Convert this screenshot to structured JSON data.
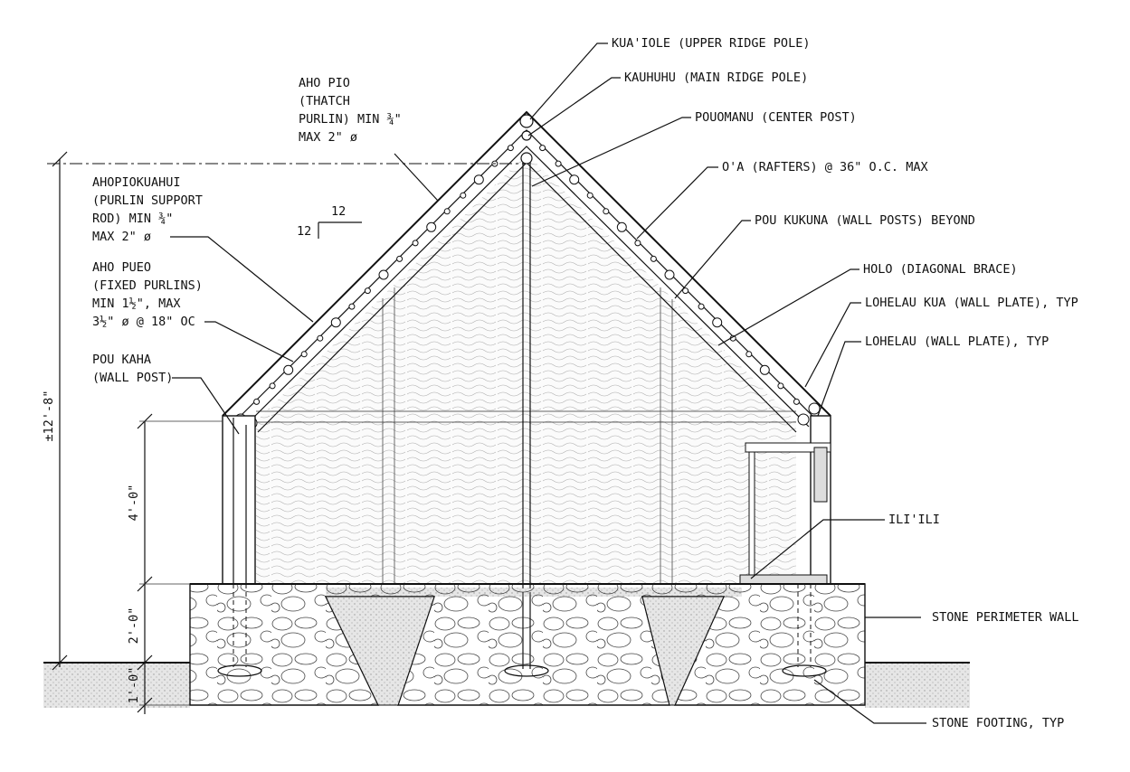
{
  "labels": {
    "kuaiole": "KUA'IOLE (UPPER RIDGE POLE)",
    "kauhuhu": "KAUHUHU (MAIN RIDGE POLE)",
    "pouomanu": "POUOMANU (CENTER POST)",
    "oa": "O'A (RAFTERS) @ 36\" O.C. MAX",
    "pou_kukuna": "POU KUKUNA (WALL POSTS) BEYOND",
    "holo": "HOLO (DIAGONAL BRACE)",
    "lohelau_kua": "LOHELAU KUA (WALL PLATE), TYP",
    "lohelau": "LOHELAU (WALL PLATE), TYP",
    "ilili": "ILI'ILI",
    "stone_wall": "STONE PERIMETER WALL",
    "stone_footing": "STONE FOOTING, TYP",
    "aho_pio": [
      "AHO PIO",
      "(THATCH",
      "PURLIN) MIN ¾\"",
      "MAX 2\" ø"
    ],
    "ahopiokuahui": [
      "AHOPIOKUAHUI",
      "(PURLIN SUPPORT",
      "ROD) MIN ¾\"",
      "MAX 2\" ø"
    ],
    "aho_pueo": [
      "AHO PUEO",
      "(FIXED PURLINS)",
      "MIN 1½\", MAX",
      "3½\" ø @ 18\" OC"
    ],
    "pou_kaha": [
      "POU KAHA",
      "(WALL POST)"
    ]
  },
  "slope": {
    "rise": "12",
    "run": "12"
  },
  "dimensions": {
    "overall": "±12'-8\"",
    "wall": "4'-0\"",
    "stone": "2'-0\"",
    "footing": "1'-0\""
  }
}
